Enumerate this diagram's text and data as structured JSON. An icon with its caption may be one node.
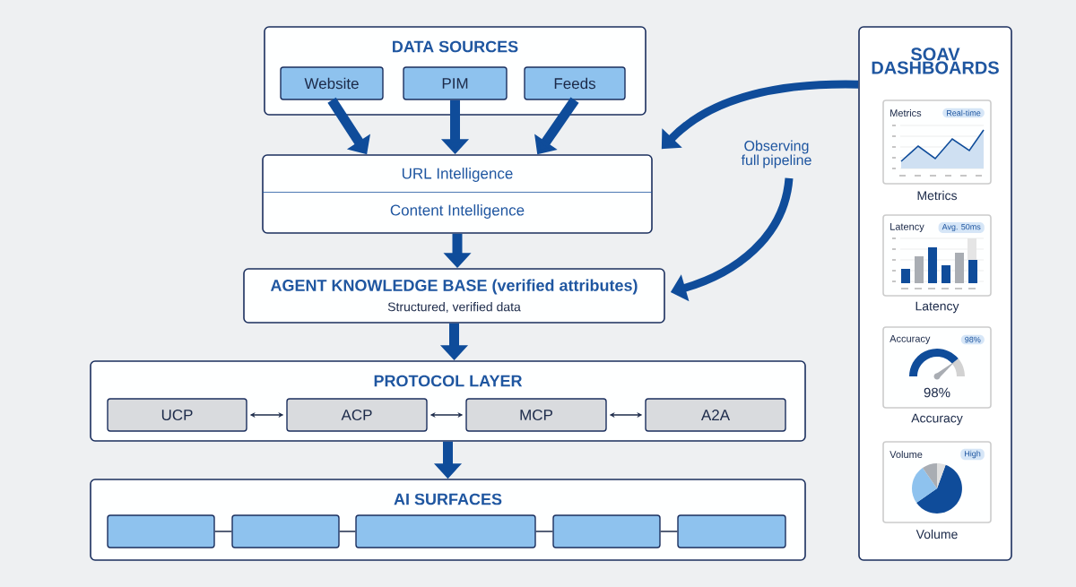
{
  "diagram": {
    "nodes": [
      {
        "text": [
          "DATA SOURCES"
        ]
      },
      {
        "text": [
          "Website"
        ],
        "in": 0
      },
      {
        "text": [
          "PIM"
        ],
        "in": 0
      },
      {
        "text": [
          "Feeds"
        ],
        "in": 0
      },
      {
        "text": [
          "URL Intelligence",
          "Content Intelligence"
        ]
      },
      {
        "text": [
          "AGENT KNOWLEDGE BASE (verified attributes)",
          "Structured, verified data"
        ]
      },
      {
        "text": [
          "PROTOCOL LAYER"
        ]
      },
      {
        "text": [
          "UCP"
        ],
        "in": 6
      },
      {
        "text": [
          "ACP"
        ],
        "in": 6
      },
      {
        "text": [
          "MCP"
        ],
        "in": 6
      },
      {
        "text": [
          "A2A"
        ],
        "in": 6
      },
      {
        "text": [
          "AI SURFACES"
        ]
      },
      {
        "text": [],
        "shape": "box",
        "in": 11
      },
      {
        "text": [],
        "shape": "box",
        "in": 11
      },
      {
        "text": [],
        "shape": "box",
        "in": 11
      },
      {
        "text": [],
        "shape": "box",
        "in": 11
      },
      {
        "text": [],
        "shape": "box",
        "in": 11
      },
      {
        "text": [
          "SOAV DASHBOARDS"
        ]
      },
      {
        "text": [
          "Metrics",
          "Real-time"
        ],
        "beside": [
          "Metrics"
        ],
        "in": 17
      },
      {
        "text": [
          "Latency",
          "Avg. 50ms"
        ],
        "beside": [
          "Latency"
        ],
        "in": 17
      },
      {
        "text": [
          "Accuracy",
          "98%",
          "98%"
        ],
        "beside": [
          "Accuracy"
        ],
        "in": 17
      },
      {
        "text": [
          "Volume",
          "High"
        ],
        "beside": [
          "Volume"
        ],
        "in": 17
      },
      {
        "text": [
          "Observing full pipeline"
        ]
      }
    ],
    "edges": [
      {
        "from": 1,
        "to": 4,
        "arrow": "to"
      },
      {
        "from": 2,
        "to": 4,
        "arrow": "to"
      },
      {
        "from": 3,
        "to": 4,
        "arrow": "to"
      },
      {
        "from": 4,
        "to": 5,
        "arrow": "to"
      },
      {
        "from": 5,
        "to": 6,
        "arrow": "to"
      },
      {
        "from": 6,
        "to": 11,
        "arrow": "to"
      },
      {
        "from": 7,
        "to": 8,
        "arrow": "both",
        "color": "#1d2b4a"
      },
      {
        "from": 8,
        "to": 9,
        "arrow": "both",
        "color": "#1d2b4a"
      },
      {
        "from": 9,
        "to": 10,
        "arrow": "both",
        "color": "#1d2b4a"
      },
      {
        "from": 12,
        "to": 13,
        "arrow": "none",
        "color": "#1d2b4a"
      },
      {
        "from": 13,
        "to": 14,
        "arrow": "none",
        "color": "#1d2b4a"
      },
      {
        "from": 14,
        "to": 15,
        "arrow": "none",
        "color": "#1d2b4a"
      },
      {
        "from": 15,
        "to": 16,
        "arrow": "none",
        "color": "#1d2b4a"
      },
      {
        "from": 17,
        "to": 4,
        "arrow": "to"
      },
      {
        "from": 22,
        "to": 5,
        "arrow": "to"
      }
    ]
  }
}
